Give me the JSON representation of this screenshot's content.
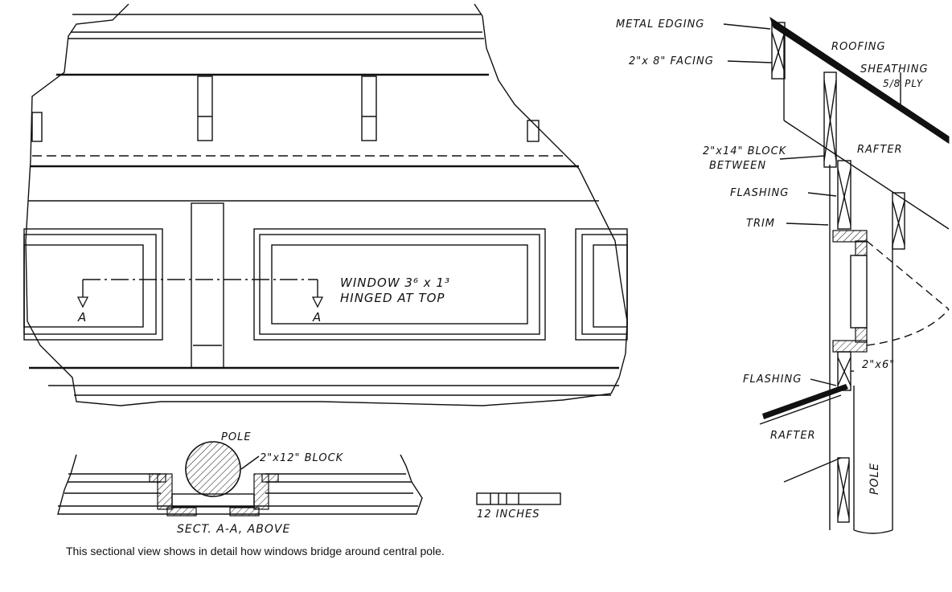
{
  "caption": "This sectional view shows in detail how windows bridge around central pole.",
  "elevation": {
    "window_label_line1": "WINDOW 3⁶ x 1³",
    "window_label_line2": "HINGED AT TOP",
    "section_mark_left": "A",
    "section_mark_right": "A"
  },
  "section": {
    "pole_label": "POLE",
    "block_label": "2\"x12\" BLOCK",
    "title": "SECT. A-A, ABOVE",
    "scale_label": "12 INCHES"
  },
  "side_section": {
    "labels": {
      "metal_edging": "METAL EDGING",
      "facing": "2\"x 8\" FACING",
      "roofing": "ROOFING",
      "sheathing": "SHEATHING",
      "sheathing_ply": "5/8 PLY",
      "block_line1": "2\"x14\" BLOCK",
      "block_line2": "BETWEEN",
      "rafter_upper": "RAFTER",
      "flashing_upper": "FLASHING",
      "trim": "TRIM",
      "two_by_six": "2\"x6\"",
      "flashing_lower": "FLASHING",
      "rafter_lower": "RAFTER",
      "pole": "POLE"
    }
  }
}
